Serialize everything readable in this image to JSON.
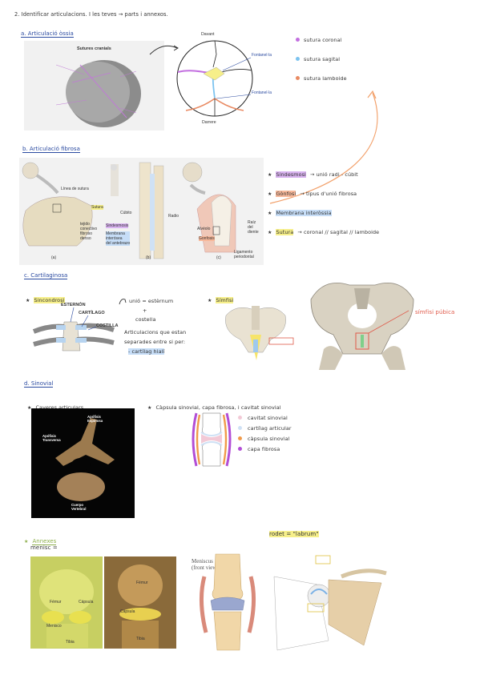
{
  "heading": "2. Identificar articulacions. I les teves → parts i annexos.",
  "sections": {
    "a": {
      "title": "a. Articulació òssia",
      "img_title": "Sutures cranials",
      "diagram": {
        "top": "Davant",
        "bottom": "Darrere",
        "label1": "Fontanel·la",
        "label2": "Fontanel·la"
      },
      "legend": [
        {
          "label": "sutura coronal",
          "color": "#c36fe0"
        },
        {
          "label": "sutura sagital",
          "color": "#7cc3ef"
        },
        {
          "label": "sutura lamboide",
          "color": "#e98a62"
        }
      ]
    },
    "b": {
      "title": "b. Articulació fibrosa",
      "labels": {
        "linea": "Línea de sutura",
        "sutura": "Sutura",
        "tejido": "tejido\nconectivo\nfibroso\ndenso",
        "cubito": "Cúbito",
        "radio": "Radio",
        "sindesmosis": "Sindesmosis",
        "membrana": "Membrana\ninterósea\ndel antebrazo",
        "alveolo": "Alvéolo",
        "gonfosis": "Gonfosis",
        "raiz": "Raíz\ndel\ndiente",
        "ligamento": "Ligamento\nperiodontal",
        "fa": "(a)",
        "fb": "(b)",
        "fc": "(c)"
      },
      "notes": [
        {
          "hl": "Sindesmosi",
          "rest": "→ unió radi - cúbit"
        },
        {
          "hl": "Gònfosi",
          "rest": "→ tipus d'unió fibrosa"
        },
        {
          "hl": "Membrana interòssia",
          "rest": ""
        },
        {
          "hl": "Sutura",
          "rest": "→ coronal // sagital // lamboide"
        }
      ]
    },
    "c": {
      "title": "c. Cartilaginosa",
      "sinc": "Sincondrosi",
      "esternon": "ESTERNÓN",
      "cartilago": "CARTÍLAGO",
      "costilla": "COSTILLA",
      "union1": "unió = estèrnum",
      "union_plus": "+",
      "union2": "costella",
      "art_text1": "Articulacions que estan",
      "art_text2": "separades entre si per:",
      "art_text3": "- cartílag hialí",
      "simfisi": "Símfisi",
      "simfisi_pubica": "símfisi púbica"
    },
    "d": {
      "title": "d. Sinovial",
      "caves": "Caveres articulars",
      "capsula": "Càpsula sinovial, capa fibrosa, i cavitat sinovial",
      "vert": {
        "apofisis": "Apófisis\nEspinosa",
        "transversa": "Apófisis\nTransversa",
        "cuerpo": "Cuerpo\nVertebral"
      },
      "legend": [
        {
          "label": "cavitat sinovial",
          "color": "#f2c9d6"
        },
        {
          "label": "cartílag articular",
          "color": "#cfe1f5"
        },
        {
          "label": "càpsula sinovial",
          "color": "#f09a4a"
        },
        {
          "label": "capa fibrosa",
          "color": "#b24ed6"
        }
      ]
    },
    "annexes": {
      "title": "Annexes",
      "menisc": "menisc =",
      "rodet": "rodet = \"labrum\"",
      "meniscus": "Meniscus\n(front view)",
      "femur": "Fémur",
      "capsula": "Cápsula",
      "tibia": "Tibia",
      "menisco": "Menisco"
    }
  }
}
